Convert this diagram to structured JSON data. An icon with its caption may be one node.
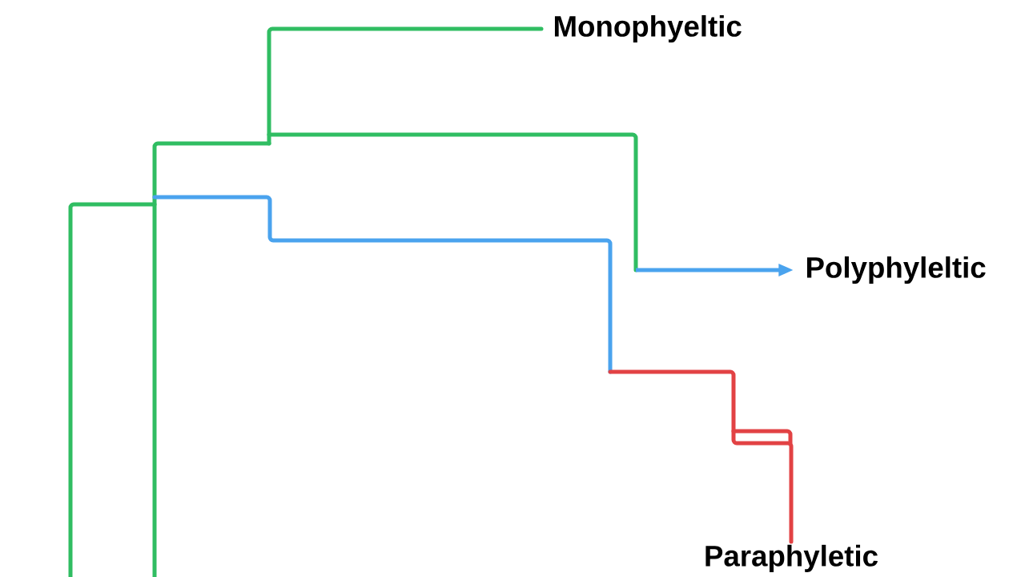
{
  "diagram": {
    "nodes": [
      {
        "text": [
          "Monophyeltic"
        ]
      },
      {
        "text": [
          "Polyphyleltic"
        ]
      },
      {
        "text": [
          "Paraphyletic"
        ]
      }
    ],
    "edges": [
      {
        "from": null,
        "to": 0,
        "arrow": "none",
        "color": "#30bd62"
      },
      {
        "from": null,
        "to": 1,
        "arrow": "to",
        "color": "#4aa3ee"
      },
      {
        "from": null,
        "to": 2,
        "arrow": "none",
        "color": "#e24244"
      }
    ]
  }
}
